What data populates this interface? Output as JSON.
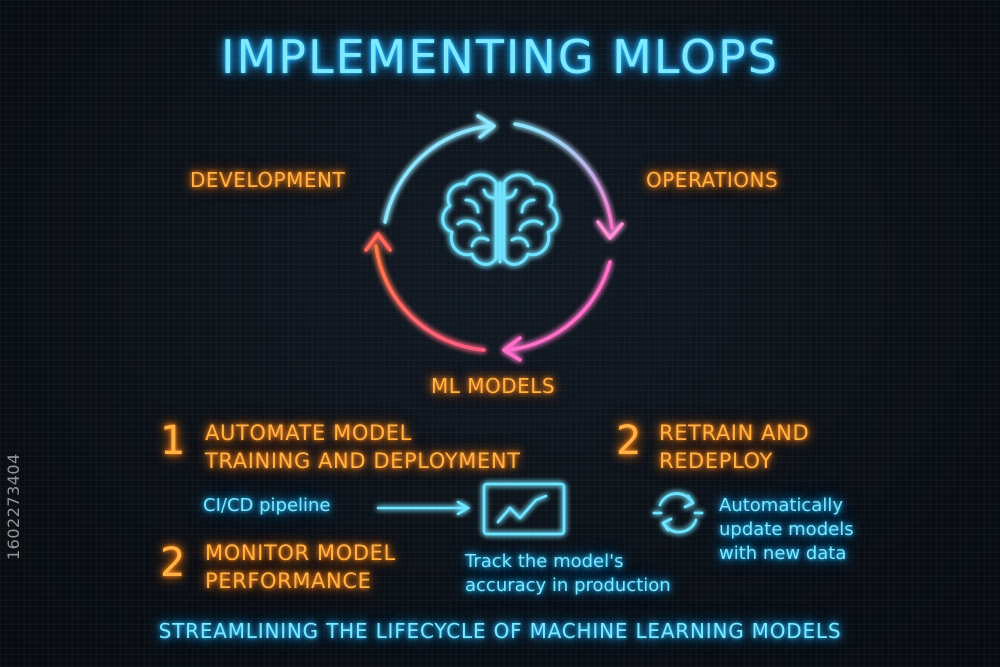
{
  "title": "IMPLEMENTING MLOPS",
  "cycle": {
    "left_label": "DEVELOPMENT",
    "right_label": "OPERATIONS",
    "bottom_label": "ML MODELS",
    "center_icon": "brain-icon"
  },
  "steps": [
    {
      "number": "1",
      "heading_line1": "AUTOMATE MODEL",
      "heading_line2": "TRAINING AND DEPLOYMENT",
      "detail": "CI/CD pipeline"
    },
    {
      "number": "2",
      "heading_line1": "MONITOR MODEL",
      "heading_line2": "PERFORMANCE",
      "detail_line1": "Track the model's",
      "detail_line2": "accuracy in production"
    },
    {
      "number": "2",
      "heading_line1": "RETRAIN AND",
      "heading_line2": "REDEPLOY",
      "detail_line1": "Automatically",
      "detail_line2": "update models",
      "detail_line3": "with new data"
    }
  ],
  "footer": "STREAMLINING THE LIFECYCLE OF MACHINE LEARNING MODELS",
  "watermark": "1602273404",
  "colors": {
    "background": "#0b1016",
    "cyan": "#7ee8ff",
    "orange": "#ffb347",
    "pink": "#ff6fc8",
    "coral": "#ff6a5a"
  },
  "icons": [
    "brain-icon",
    "cycle-arrows-icon",
    "arrow-right-icon",
    "chart-monitor-icon",
    "refresh-circle-icon"
  ]
}
